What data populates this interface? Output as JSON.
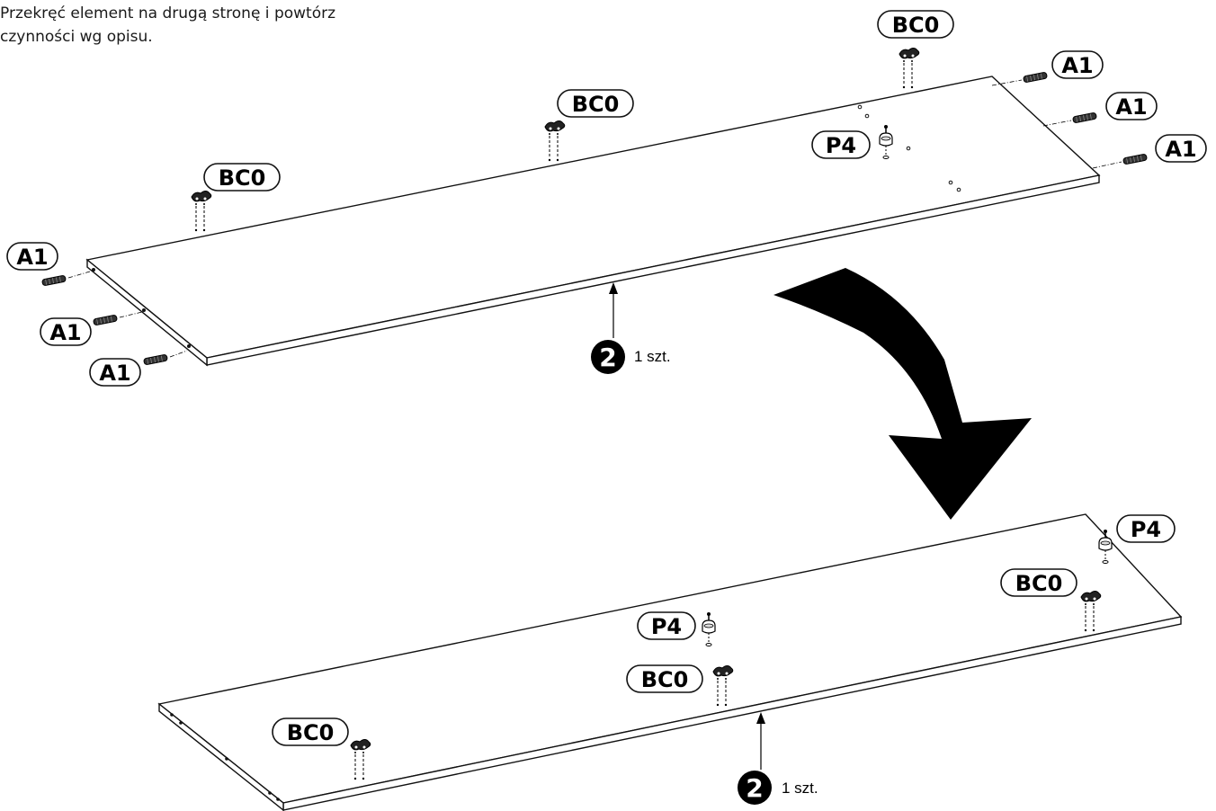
{
  "instruction": "Przekręć element na drugą stronę i powtórz\nczynności wg opisu.",
  "part_labels": {
    "bc0": "BC0",
    "a1": "A1",
    "p4": "P4"
  },
  "panel_top": {
    "part_number": "2",
    "quantity": "1 szt."
  },
  "panel_bottom": {
    "part_number": "2",
    "quantity": "1 szt."
  },
  "colors": {
    "line": "#111111",
    "arrow": "#000000",
    "background": "#ffffff"
  },
  "icons": [
    "dowel-icon",
    "bracket-icon",
    "cam-lock-icon",
    "flip-arrow-icon"
  ]
}
